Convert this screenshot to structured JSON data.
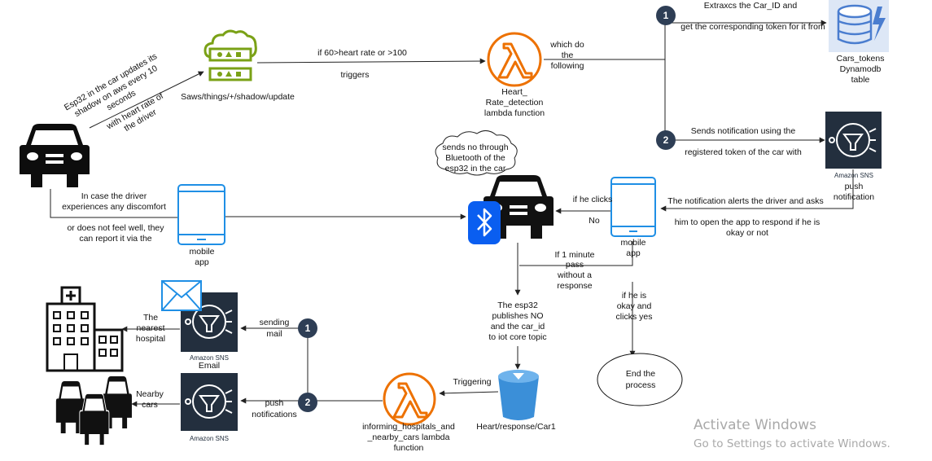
{
  "nodes": {
    "iot_shadow": "Saws/things/+/shadow/update",
    "heart_lambda": [
      "Heart_",
      "Rate_detection",
      "lambda function"
    ],
    "dynamodb": [
      "Cars_tokens",
      "Dynamodb",
      "table"
    ],
    "sns_push": [
      "push",
      "notification"
    ],
    "sns_service_name": "Amazon SNS",
    "mobile_app": [
      "mobile",
      "app"
    ],
    "bluetooth_cloud": [
      "sends no through",
      "Bluetooth of the",
      "esp32 in the car"
    ],
    "esp32_publish": [
      "The esp32",
      "publishes NO",
      "and the car_id",
      "to iot core topic"
    ],
    "topic": "Heart/response/Car1",
    "informing_lambda": [
      "informing_hospitals_and",
      "_nearby_cars lambda",
      "function"
    ],
    "sns_email": "Email",
    "hospital": [
      "The",
      "nearest",
      "hospital"
    ],
    "nearby_cars": [
      "Nearby",
      "cars"
    ],
    "end": [
      "End the",
      "process"
    ]
  },
  "edges": {
    "car_to_iot": [
      "Esp32 in the car updates its",
      "shadow on aws every 10",
      "seconds",
      "with heart rate of",
      "the driver"
    ],
    "iot_to_lambda_cond": "if 60>heart rate or >100",
    "iot_to_lambda": "triggers",
    "lambda_out": [
      "which do",
      "the",
      "following"
    ],
    "step1": [
      "Extraxcs the Car_ID and",
      "get the corresponding token for it from"
    ],
    "step2": [
      "Sends notification using the",
      "registered token of the car with"
    ],
    "sns_to_phone": [
      "The notification alerts the driver and asks",
      "him to open the app to respond if he is",
      "okay or not"
    ],
    "clicks_no": [
      "if he clicks",
      "No"
    ],
    "timeout": [
      "If 1 minute",
      "pass",
      "without a",
      "response"
    ],
    "clicks_yes": [
      "if he is",
      "okay and",
      "clicks yes"
    ],
    "report": [
      "In case the driver",
      "experiences any discomfort",
      "or does not feel well, they",
      "can report it via the"
    ],
    "triggering": "Triggering",
    "sending_mail": [
      "sending",
      "mail"
    ],
    "push_notifications": [
      "push",
      "notifications"
    ]
  },
  "badges": [
    "1",
    "2"
  ],
  "watermark": {
    "title": "Activate Windows",
    "subtitle": "Go to Settings to activate Windows."
  },
  "colors": {
    "lambda": "#ed7100",
    "iot": "#7aa116",
    "dynamodb": "#4a7dcf",
    "sns": "#232f3e",
    "phone": "#1f8fe5",
    "bluetooth": "#0a5ef0",
    "s3": "#3b8fd8",
    "badge": "#2e3e55",
    "email": "#1f8fe5"
  },
  "icons": [
    "car-icon",
    "iot-thing-icon",
    "lambda-icon",
    "dynamodb-icon",
    "sns-icon",
    "mobile-phone-icon",
    "bluetooth-icon",
    "s3-bucket-icon",
    "hospital-icon",
    "email-envelope-icon",
    "cars-group-icon"
  ]
}
